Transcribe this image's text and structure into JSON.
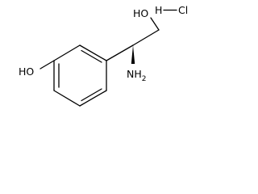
{
  "molecule": {
    "atoms": {
      "phenol_oxygen": "HO",
      "alcohol_oxygen": "HO",
      "amine": "NH",
      "amine_subscript": "2",
      "hydrogen": "H",
      "chlorine": "Cl"
    },
    "colors": {
      "bond": "#000000",
      "text": "#000000",
      "background": "#ffffff"
    }
  }
}
